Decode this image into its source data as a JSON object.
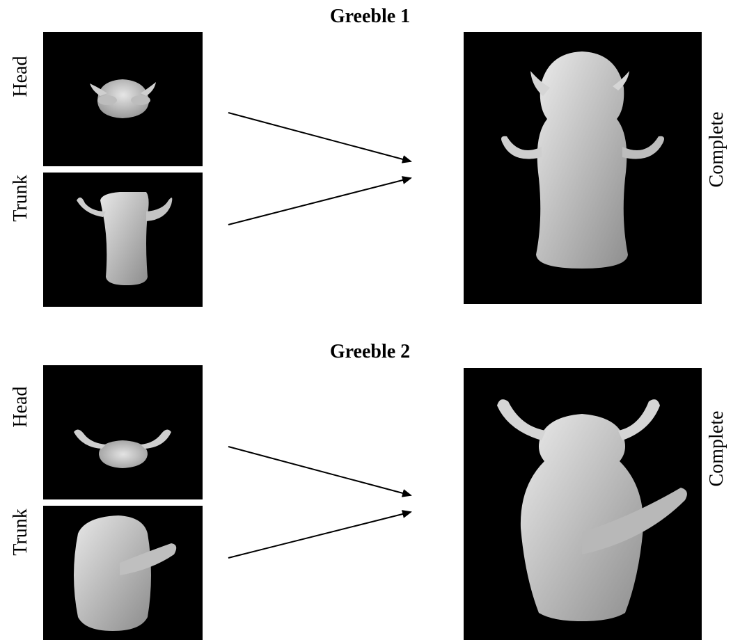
{
  "figure": {
    "groups": [
      {
        "title": "Greeble 1",
        "head_label": "Head",
        "trunk_label": "Trunk",
        "complete_label": "Complete"
      },
      {
        "title": "Greeble 2",
        "head_label": "Head",
        "trunk_label": "Trunk",
        "complete_label": "Complete"
      }
    ],
    "colors": {
      "panel_background": "#000000",
      "object": "#d9d9d9",
      "arrow": "#000000"
    }
  }
}
